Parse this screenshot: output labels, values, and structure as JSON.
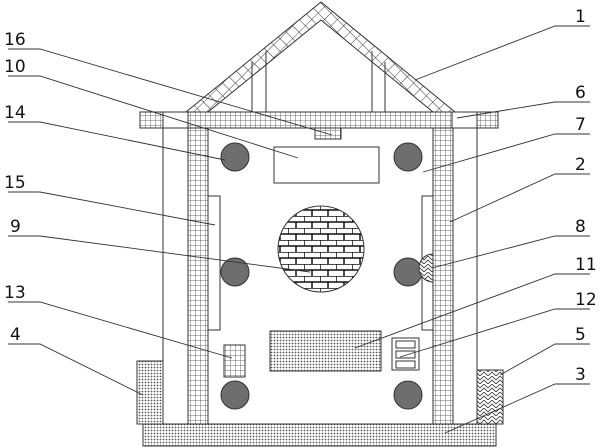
{
  "diagram": {
    "labels": [
      {
        "id": "1",
        "side": "right"
      },
      {
        "id": "16",
        "side": "left"
      },
      {
        "id": "10",
        "side": "left"
      },
      {
        "id": "14",
        "side": "left"
      },
      {
        "id": "6",
        "side": "right"
      },
      {
        "id": "7",
        "side": "right"
      },
      {
        "id": "15",
        "side": "left"
      },
      {
        "id": "2",
        "side": "right"
      },
      {
        "id": "9",
        "side": "left"
      },
      {
        "id": "8",
        "side": "right"
      },
      {
        "id": "11",
        "side": "right"
      },
      {
        "id": "12",
        "side": "right"
      },
      {
        "id": "13",
        "side": "left"
      },
      {
        "id": "4",
        "side": "left"
      },
      {
        "id": "5",
        "side": "right"
      },
      {
        "id": "3",
        "side": "right"
      }
    ],
    "colors": {
      "line": "#333333",
      "fill_dark": "#6e6e6e"
    }
  }
}
